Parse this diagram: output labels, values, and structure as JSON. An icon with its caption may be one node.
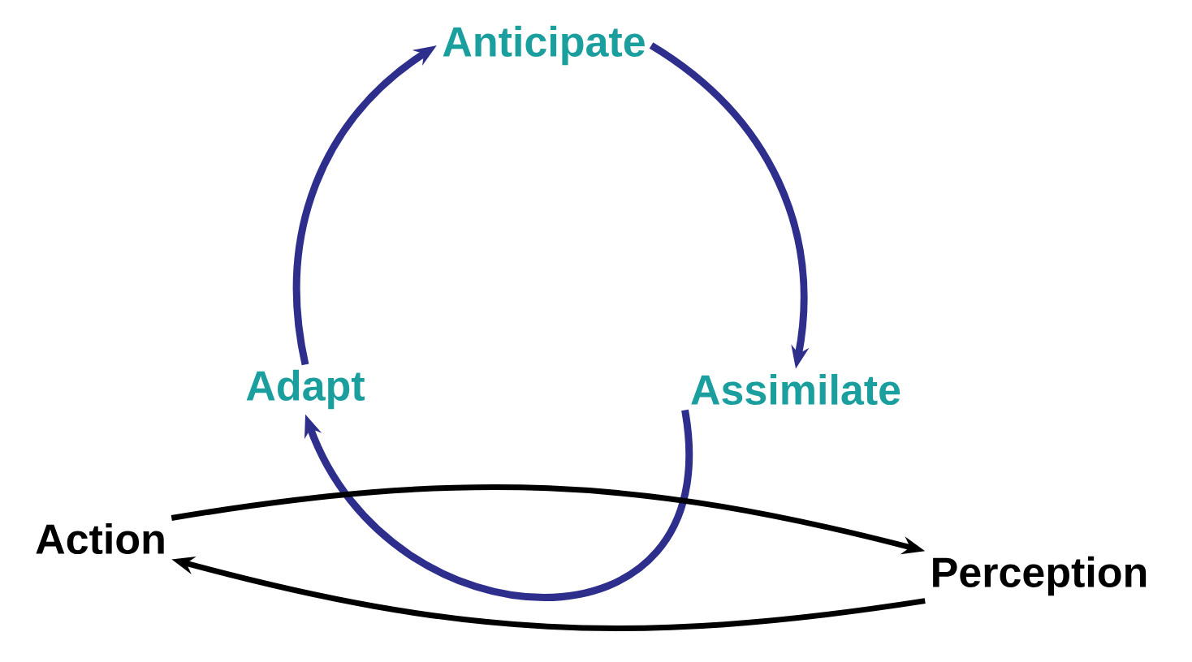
{
  "diagram": {
    "nodes": [
      {
        "text": [
          "Anticipate"
        ]
      },
      {
        "text": [
          "Assimilate"
        ]
      },
      {
        "text": [
          "Adapt"
        ]
      },
      {
        "text": [
          "Action"
        ]
      },
      {
        "text": [
          "Perception"
        ]
      }
    ],
    "edges": [
      {
        "from": 2,
        "to": 0,
        "arrow": "to"
      },
      {
        "from": 0,
        "to": 1,
        "arrow": "to"
      },
      {
        "from": 1,
        "to": 2,
        "arrow": "to"
      },
      {
        "from": 3,
        "to": 4,
        "arrow": "to",
        "color": "#000000"
      },
      {
        "from": 4,
        "to": 3,
        "arrow": "to",
        "color": "#000000"
      }
    ]
  }
}
